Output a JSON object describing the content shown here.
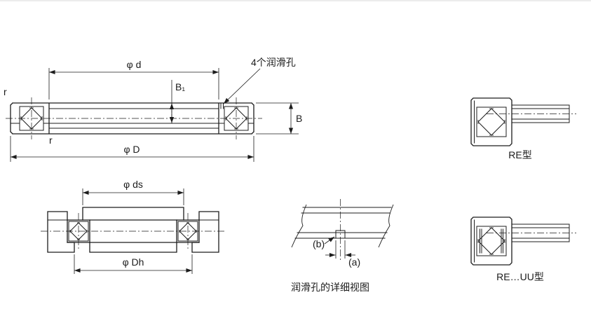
{
  "figure": {
    "bg_color": "#ffffff",
    "line_color": "#1c1c1c",
    "description": "Crossed roller bearing RE type dimension drawing"
  },
  "main_view": {
    "lube_note": "4个润滑孔",
    "dim_d": "φ d",
    "dim_B1": "B₁",
    "dim_B": "B",
    "dim_D": "φ D",
    "r_outer": "r",
    "r_inner": "r"
  },
  "mount_view": {
    "dim_ds": "φ ds",
    "dim_Dh": "φ Dh"
  },
  "detail_view": {
    "label_a": "(a)",
    "label_b": "(b)",
    "caption": "润滑孔的详细视图"
  },
  "type_views": {
    "re_label": "RE型",
    "re_uu_label": "RE…UU型"
  }
}
